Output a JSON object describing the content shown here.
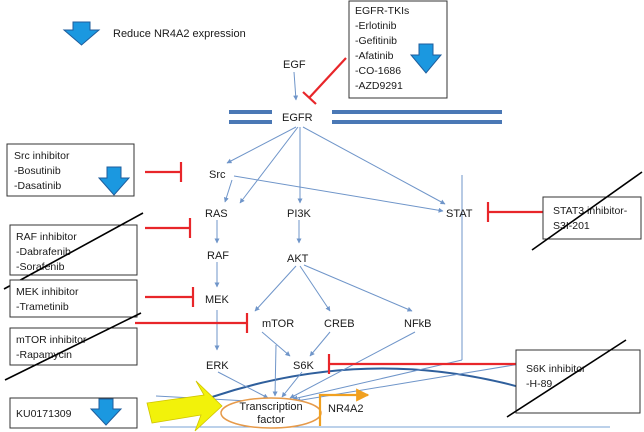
{
  "legend": {
    "label": "Reduce NR4A2 expression"
  },
  "nodes": {
    "egf": "EGF",
    "egfr": "EGFR",
    "src": "Src",
    "ras": "RAS",
    "pi3k": "PI3K",
    "stat": "STAT",
    "raf": "RAF",
    "akt": "AKT",
    "mek": "MEK",
    "mtor": "mTOR",
    "creb": "CREB",
    "nfkb": "NFkB",
    "erk": "ERK",
    "s6k": "S6K",
    "tf_line1": "Transcription",
    "tf_line2": "factor",
    "nr4a2": "NR4A2"
  },
  "boxes": {
    "egfr_tki": {
      "title": "EGFR-TKIs",
      "items": [
        "-Erlotinib",
        "-Gefitinib",
        "-Afatinib",
        "-CO-1686",
        "-AZD9291"
      ]
    },
    "src_inhibitor": {
      "title": "Src inhibitor",
      "items": [
        "-Bosutinib",
        "-Dasatinib"
      ]
    },
    "raf_inhibitor": {
      "title": "RAF inhibitor",
      "items": [
        "-Dabrafenib",
        "-Sorafenib"
      ]
    },
    "mek_inhibitor": {
      "title": "MEK inhibitor",
      "items": [
        "-Trametinib"
      ]
    },
    "mtor_inhibitor": {
      "title": "mTOR inhibitor",
      "items": [
        "-Rapamycin"
      ]
    },
    "ku": {
      "title": "KU0171309",
      "items": []
    },
    "stat3_inhibitor": {
      "title": "STAT3 inhibitor-",
      "items": [
        "S3I-201"
      ]
    },
    "s6k_inhibitor": {
      "title": "S6K inhibitor",
      "items": [
        "-H-89"
      ]
    }
  },
  "colors": {
    "arrow_blue": "#1b98e0",
    "edge_blue": "#6f95c9",
    "membrane_blue": "#4a78b5",
    "inhibit_red": "#e8262a",
    "yellow_arrow": "#f2f20a",
    "tf_orange": "#e69a4a",
    "dna_arc": "#2f5f9c"
  }
}
